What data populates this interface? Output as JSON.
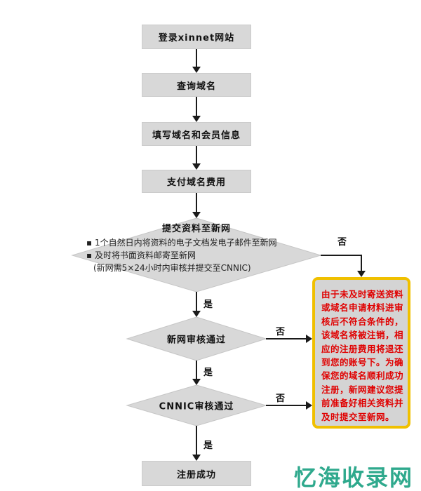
{
  "colors": {
    "box_fill": "#d8d8d8",
    "diamond_fill": "#d8d8d8",
    "arrow": "#1a1a1a",
    "warning_border": "#f0c000",
    "warning_text_color": "#e00000",
    "watermark_color": "#2fa98d"
  },
  "steps": {
    "login": "登录xinnet网站",
    "query": "查询域名",
    "fill": "填写域名和会员信息",
    "pay": "支付域名费用",
    "success": "注册成功"
  },
  "decisions": {
    "submit": {
      "title": "提交资料至新网",
      "bullet1": "▪ 1个自然日内将资料的电子文档发电子邮件至新网",
      "bullet2": "▪ 及时将书面资料邮寄至新网",
      "note": "(新网需5×24小时内审核并提交至CNNIC)"
    },
    "xinnet_review": "新网审核通过",
    "cnnic_review": "CNNIC审核通过"
  },
  "branch_labels": {
    "yes": "是",
    "no": "否"
  },
  "warning": {
    "text": "由于未及时寄送资料\n或域名申请材料进审\n核后不符合条件的，\n该域名将被注销，相\n应的注册费用将退还\n到您的账号下。为确\n保您的域名顺利成功\n注册，新网建议您提\n前准备好相关资料并\n及时提交至新网。"
  },
  "watermark": "忆海收录网"
}
